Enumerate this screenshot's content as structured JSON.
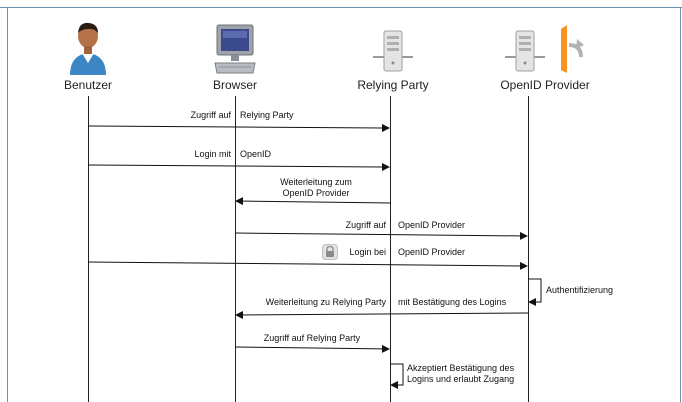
{
  "actors": {
    "user": "Benutzer",
    "browser": "Browser",
    "rp": "Relying Party",
    "op": "OpenID Provider"
  },
  "messages": {
    "m1_left": "Zugriff auf",
    "m1_right": "Relying Party",
    "m2_left": "Login mit",
    "m2_right": "OpenID",
    "m3_line1": "Weiterleitung zum",
    "m3_line2": "OpenID Provider",
    "m4_left": "Zugriff auf",
    "m4_right": "OpenID Provider",
    "m5_left": "Login bei",
    "m5_right": "OpenID Provider",
    "m6": "Authentifizierung",
    "m7_left": "Weiterleitung zu Relying Party",
    "m7_right": "mit Bestätigung des Logins",
    "m8": "Zugriff auf Relying Party",
    "m9_line1": "Akzeptiert Bestätigung des",
    "m9_line2": "Logins und erlaubt Zugang"
  },
  "icons": [
    "user-icon",
    "computer-icon",
    "server-icon",
    "openid-logo-icon",
    "lock-icon"
  ]
}
